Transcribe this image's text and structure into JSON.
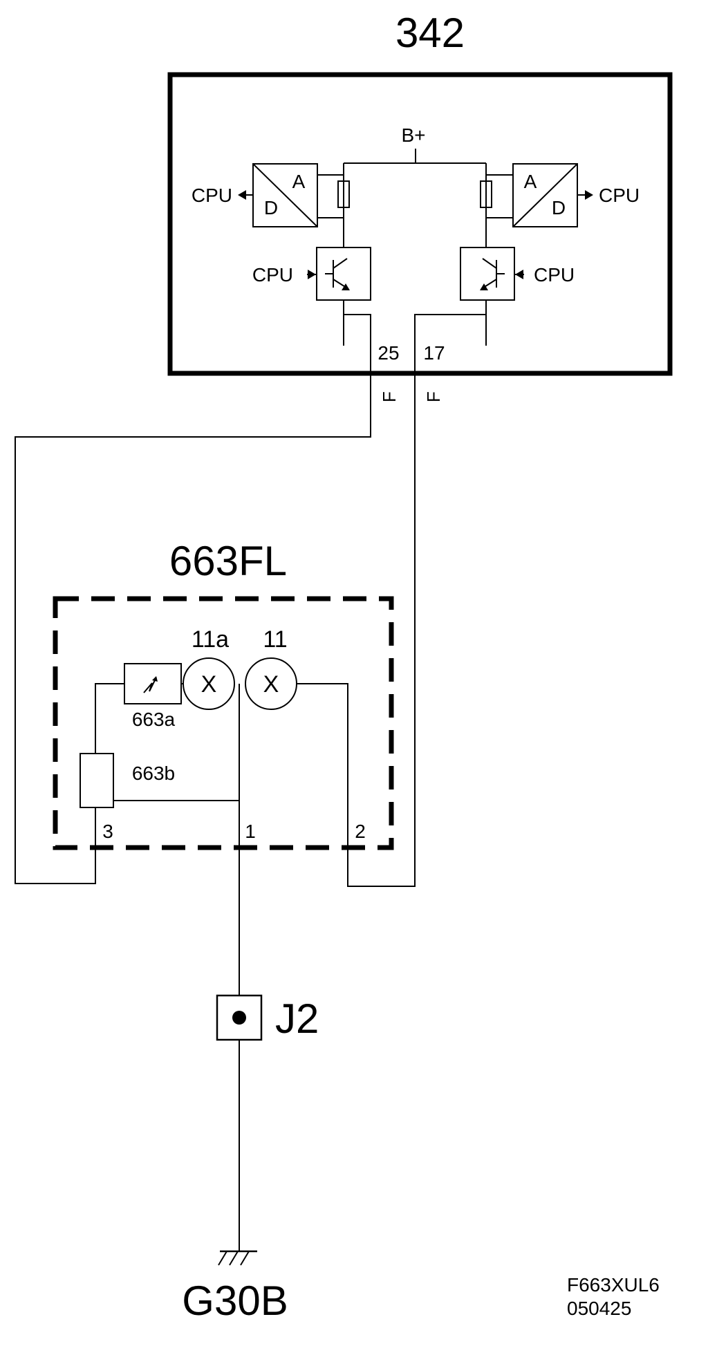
{
  "ecu": {
    "title": "342",
    "supply": "B+",
    "cpu_label": "CPU",
    "adc_a": "A",
    "adc_d": "D",
    "pin_left": "25",
    "pin_right": "17",
    "conn_left": "F",
    "conn_right": "F"
  },
  "lamp_unit": {
    "title": "663FL",
    "bulb_a": "11a",
    "bulb_b": "11",
    "bulb_mark": "X",
    "comp_a": "663a",
    "comp_b": "663b",
    "pin_3": "3",
    "pin_1": "1",
    "pin_2": "2"
  },
  "junction": {
    "label": "J2"
  },
  "ground": {
    "label": "G30B"
  },
  "footer": {
    "ref": "F663XUL6",
    "date": "050425"
  }
}
